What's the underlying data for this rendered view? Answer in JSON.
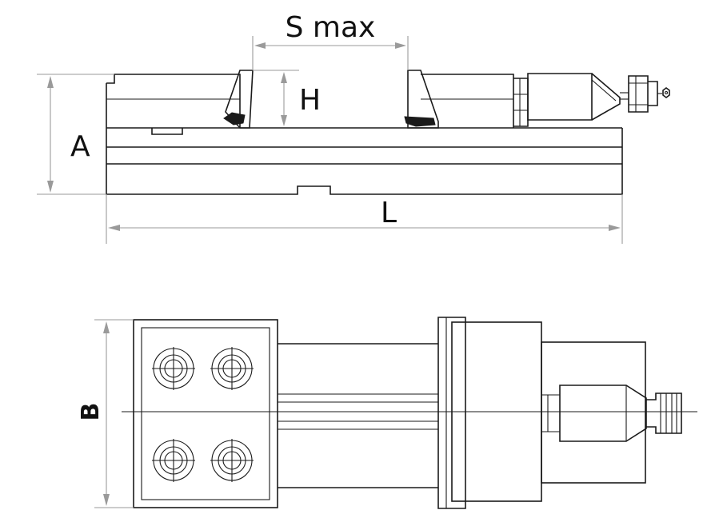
{
  "labels": {
    "s_max": "S max",
    "h": "H",
    "a": "A",
    "l": "L",
    "b": "B"
  }
}
